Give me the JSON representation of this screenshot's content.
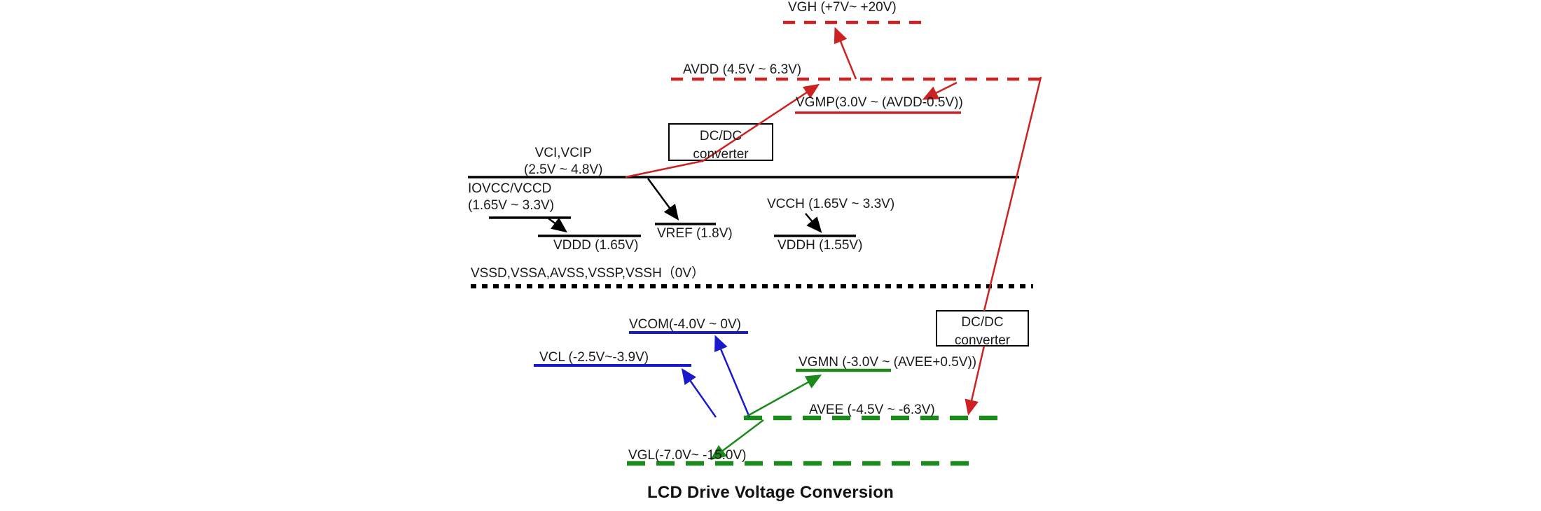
{
  "title": "LCD Drive Voltage Conversion",
  "colors": {
    "red": "#cc2222",
    "black": "#000000",
    "blue": "#1a1acc",
    "green": "#1a8a1a",
    "text": "#1a1a1a"
  },
  "boxes": [
    {
      "name": "dcdc-converter-top",
      "line1": "DC/DC",
      "line2": "converter"
    },
    {
      "name": "dcdc-converter-bottom",
      "line1": "DC/DC",
      "line2": "converter"
    }
  ],
  "rails": [
    {
      "key": "vgh",
      "label": "VGH (+7V~ +20V)",
      "color": "red",
      "style": "dashed"
    },
    {
      "key": "avdd",
      "label": "AVDD (4.5V ~ 6.3V)",
      "color": "red",
      "style": "dashed"
    },
    {
      "key": "vgmp",
      "label": "VGMP(3.0V ~ (AVDD-0.5V))",
      "color": "red",
      "style": "solid"
    },
    {
      "key": "vci",
      "label": "VCI,VCIP",
      "label2": "(2.5V ~ 4.8V)",
      "color": "black",
      "style": "solid"
    },
    {
      "key": "iovcc",
      "label": "IOVCC/VCCD",
      "label2": "(1.65V ~ 3.3V)",
      "color": "black",
      "style": "solid"
    },
    {
      "key": "vddd",
      "label": "VDDD (1.65V)",
      "color": "black",
      "style": "solid"
    },
    {
      "key": "vref",
      "label": "VREF (1.8V)",
      "color": "black",
      "style": "solid"
    },
    {
      "key": "vcch",
      "label": "VCCH (1.65V ~ 3.3V)",
      "color": "black",
      "style": "solid"
    },
    {
      "key": "vddh",
      "label": "VDDH (1.55V)",
      "color": "black",
      "style": "solid"
    },
    {
      "key": "vss",
      "label": "VSSD,VSSA,AVSS,VSSP,VSSH（0V）",
      "color": "black",
      "style": "dotted"
    },
    {
      "key": "vcom",
      "label": "VCOM(-4.0V ~ 0V)",
      "color": "blue",
      "style": "solid"
    },
    {
      "key": "vcl",
      "label": "VCL (-2.5V~-3.9V)",
      "color": "blue",
      "style": "solid"
    },
    {
      "key": "vgmn",
      "label": "VGMN (-3.0V ~ (AVEE+0.5V))",
      "color": "green",
      "style": "solid"
    },
    {
      "key": "avee",
      "label": "AVEE (-4.5V ~ -6.3V)",
      "color": "green",
      "style": "dashed"
    },
    {
      "key": "vgl",
      "label": "VGL(-7.0V~ -15.0V)",
      "color": "green",
      "style": "dashed"
    }
  ]
}
